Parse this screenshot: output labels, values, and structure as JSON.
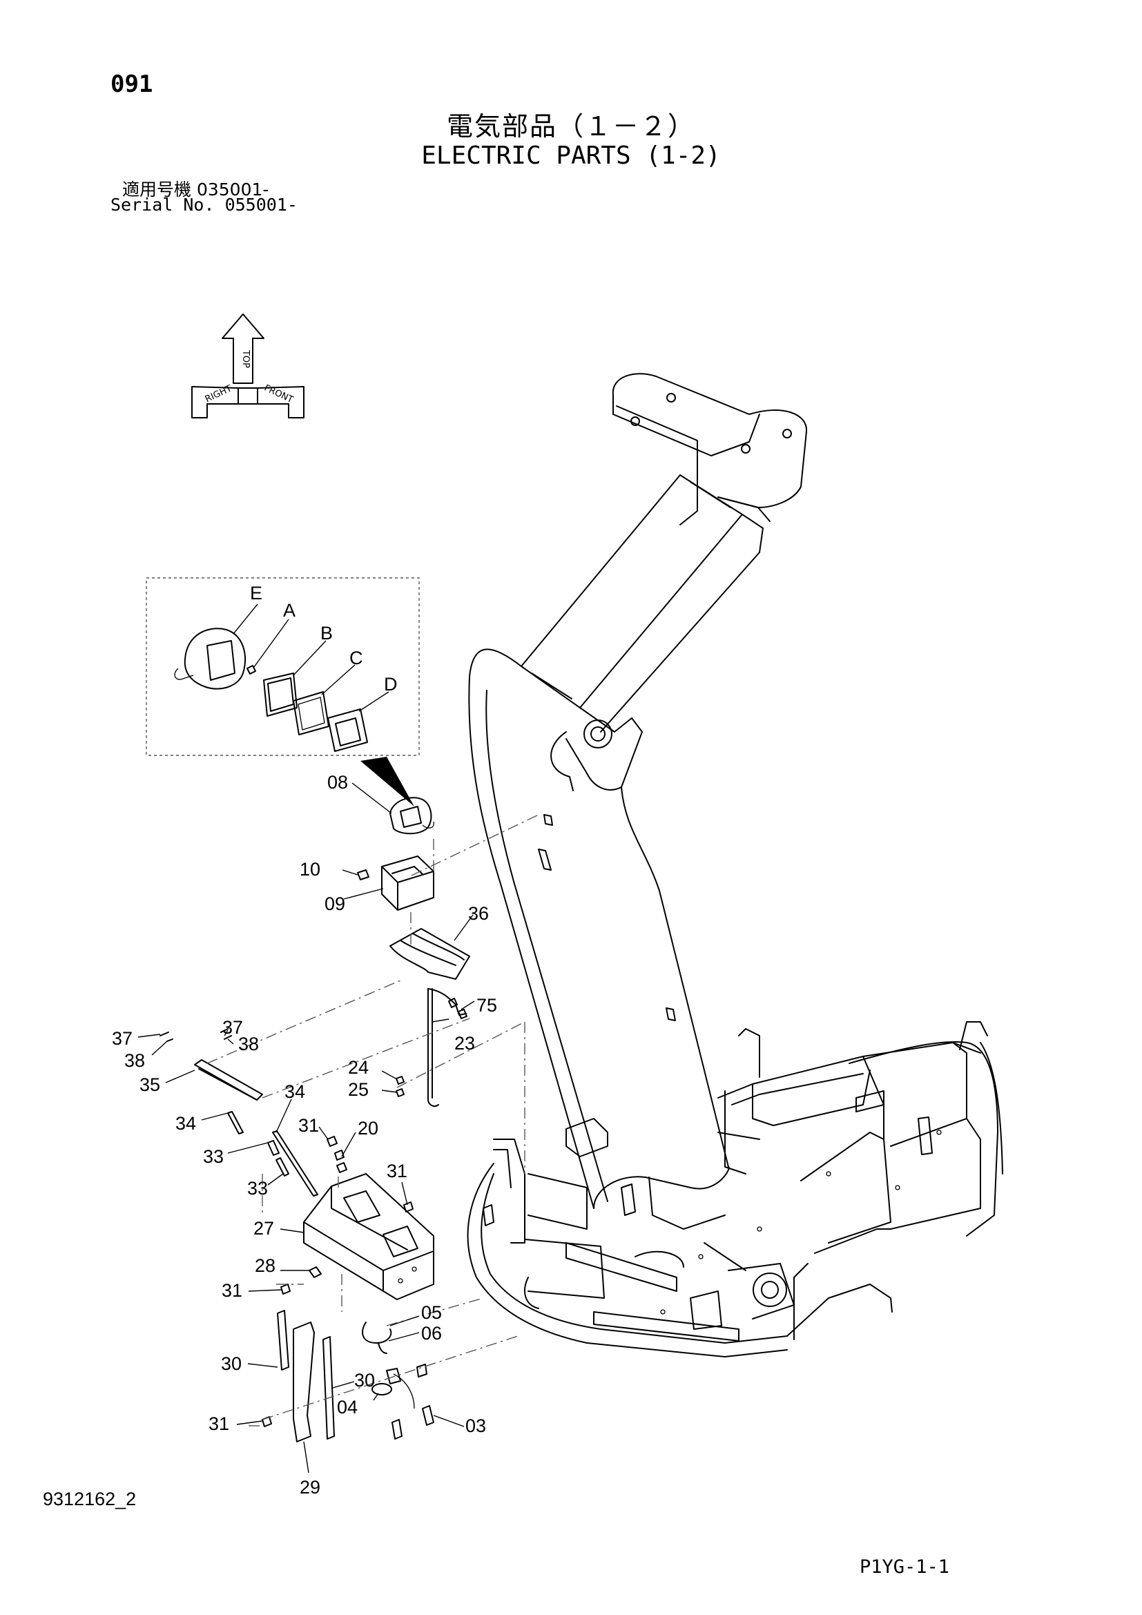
{
  "header": {
    "page_number": "091",
    "title_jp": "電気部品（１－２）",
    "title_en": "ELECTRIC PARTS (1-2)",
    "serial_jp": "適用号機 035001-",
    "serial_en": "Serial No. 055001-"
  },
  "orientation_marker": {
    "labels": [
      "TOP",
      "RIGHT",
      "FRONT"
    ]
  },
  "callouts": [
    "08",
    "10",
    "09",
    "36",
    "75",
    "23",
    "37",
    "38",
    "35",
    "34",
    "24",
    "25",
    "31",
    "20",
    "33",
    "27",
    "28",
    "05",
    "06",
    "30",
    "04",
    "03",
    "29"
  ],
  "detail_callouts": [
    "E",
    "A",
    "B",
    "C",
    "D"
  ],
  "footer": {
    "doc_number": "9312162_2",
    "page_code": "P1YG-1-1"
  }
}
